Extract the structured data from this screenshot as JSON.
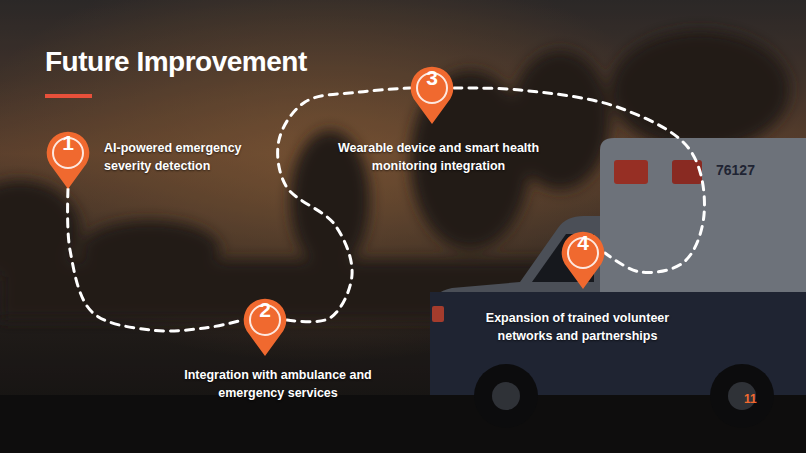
{
  "diagram": {
    "title": "Future Improvement",
    "nodes": [
      {
        "text": [
          "1",
          "AI-powered emergency severity detection"
        ]
      },
      {
        "text": [
          "2",
          "Integration with ambulance and emergency services"
        ]
      },
      {
        "text": [
          "3",
          "Wearable device and smart health monitoring integration"
        ]
      },
      {
        "text": [
          "4",
          "Expansion of trained volunteer networks and partnerships"
        ]
      }
    ],
    "edges": [
      {
        "from": 0,
        "to": 1,
        "arrow": "none"
      },
      {
        "from": 1,
        "to": 2,
        "arrow": "none"
      },
      {
        "from": 2,
        "to": 3,
        "arrow": "none"
      }
    ],
    "labels": [
      "76127",
      "11"
    ]
  }
}
